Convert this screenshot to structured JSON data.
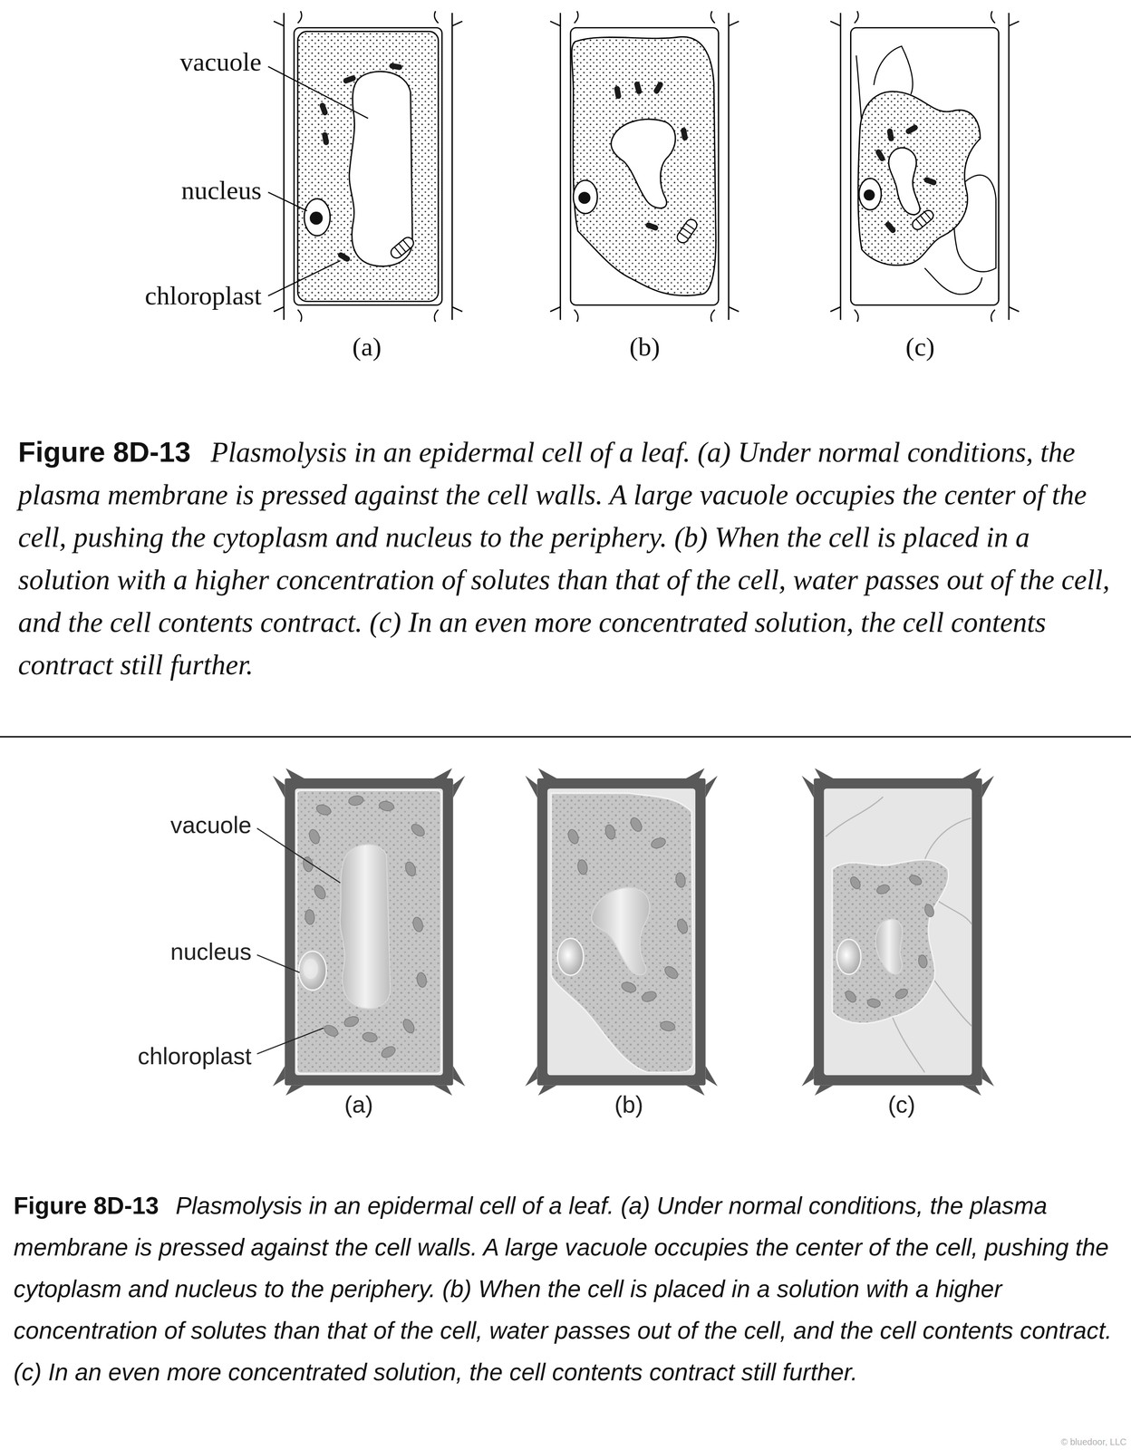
{
  "diagram": {
    "labels": [
      "vacuole",
      "nucleus",
      "chloroplast",
      "(a)",
      "(b)",
      "(c)",
      "Figure 8D-13",
      "Plasmolysis in an epidermal cell of a leaf. (a) Under normal conditions, the plasma membrane is pressed against the cell walls. A large vacuole occupies the center of the cell, pushing the cytoplasm and nucleus to the periphery. (b) When the cell is placed in a solution with a higher concentration of solutes than that of the cell, water passes out of the cell, and the cell contents contract. (c) In an even more concentrated solution, the cell contents contract still further.",
      "vacuole",
      "nucleus",
      "chloroplast",
      "(a)",
      "(b)",
      "(c)",
      "Figure 8D-13",
      "Plasmolysis in an epidermal cell of a leaf. (a) Under normal conditions, the plasma membrane is pressed against the cell walls. A large vacuole occupies the center of the cell, pushing the cytoplasm and nucleus to the periphery. (b) When the cell is placed in a solution with a higher concentration of solutes than that of the cell, water passes out of the cell, and the cell contents contract. (c) In an even more concentrated solution, the cell contents contract still further.",
      "© bluedoor, LLC"
    ]
  }
}
